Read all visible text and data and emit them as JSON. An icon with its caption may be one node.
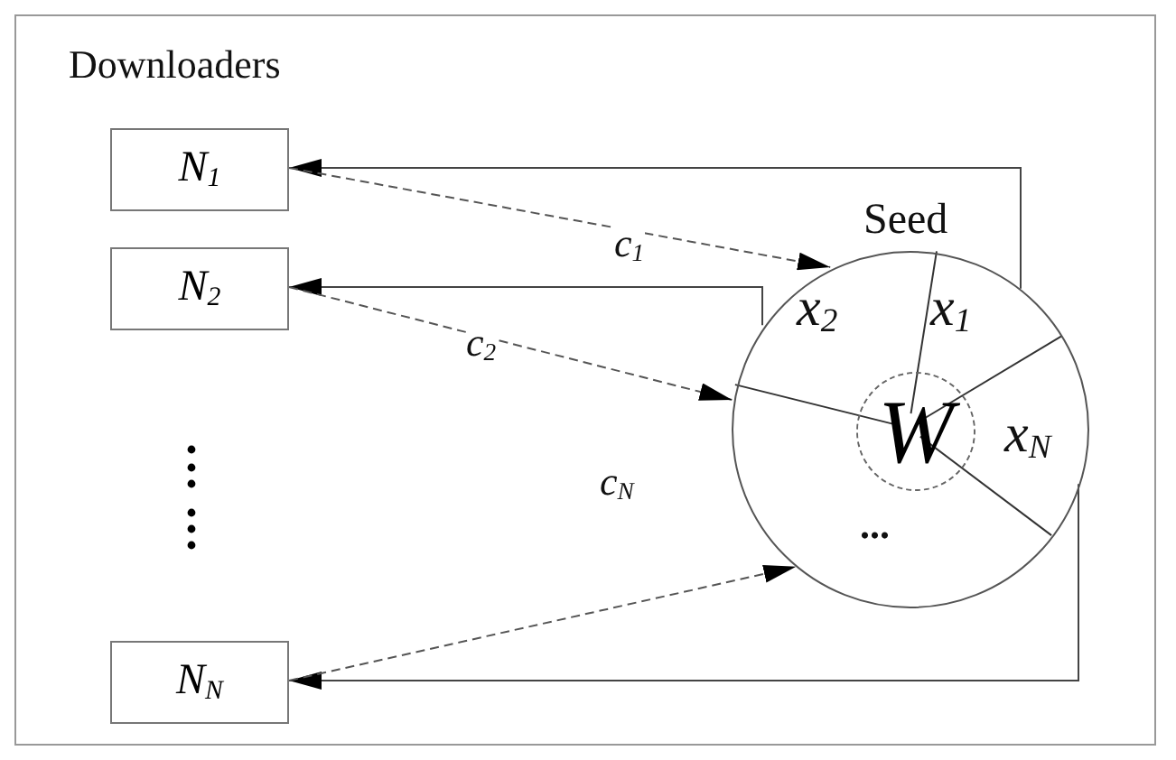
{
  "diagram": {
    "nodes": [
      {
        "text": [
          "Downloaders"
        ]
      },
      {
        "text": [
          "N$_{1}$"
        ],
        "in": 0
      },
      {
        "text": [
          "N$_{2}$"
        ],
        "in": 0
      },
      {
        "text": [
          "N$_{N}$"
        ],
        "in": 0
      },
      {
        "text": [
          "Seed"
        ],
        "in": 0
      },
      {
        "text": [
          "W"
        ],
        "in": 4
      }
    ],
    "edges": [
      {
        "from": 4,
        "to": 1,
        "arrow": "to"
      },
      {
        "from": 1,
        "to": 4,
        "arrow": "to",
        "label": "c$_{1}$",
        "style": "dashed"
      },
      {
        "from": 4,
        "to": 2,
        "arrow": "to"
      },
      {
        "from": 2,
        "to": 4,
        "arrow": "to",
        "label": "c$_{2}$",
        "style": "dashed"
      },
      {
        "from": 4,
        "to": 3,
        "arrow": "to"
      },
      {
        "from": 3,
        "to": 4,
        "arrow": "to",
        "label": "c$_{N}$",
        "style": "dashed"
      }
    ],
    "labels": [
      "x$_{2}$",
      "x$_{1}$",
      "x$_{N}$",
      "..."
    ]
  }
}
